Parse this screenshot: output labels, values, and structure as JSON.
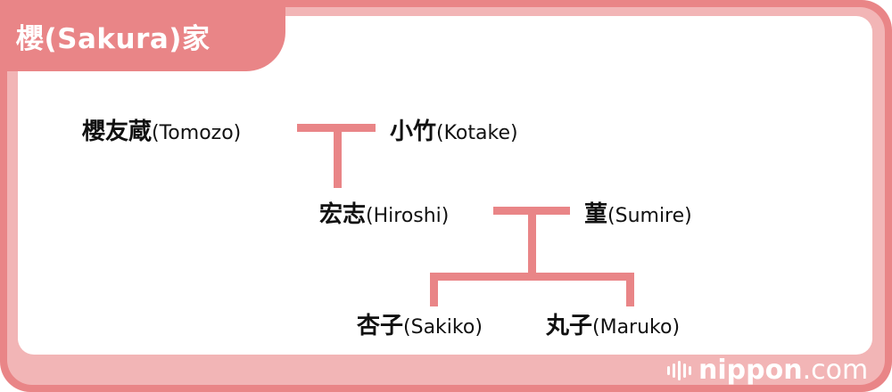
{
  "title": "櫻(Sakura)家",
  "people": [
    {
      "kanji": "櫻友蔵",
      "romaji": "(Tomozo)"
    },
    {
      "kanji": "小竹",
      "romaji": "(Kotake)"
    },
    {
      "kanji": "宏志",
      "romaji": "(Hiroshi)"
    },
    {
      "kanji": "菫",
      "romaji": "(Sumire)"
    },
    {
      "kanji": "杏子",
      "romaji": "(Sakiko)"
    },
    {
      "kanji": "丸子",
      "romaji": "(Maruko)"
    }
  ],
  "logo": {
    "brand": "nippon",
    "suffix": ".com"
  },
  "colors": {
    "accent": "#e98587",
    "band": "#f2b5b6"
  }
}
